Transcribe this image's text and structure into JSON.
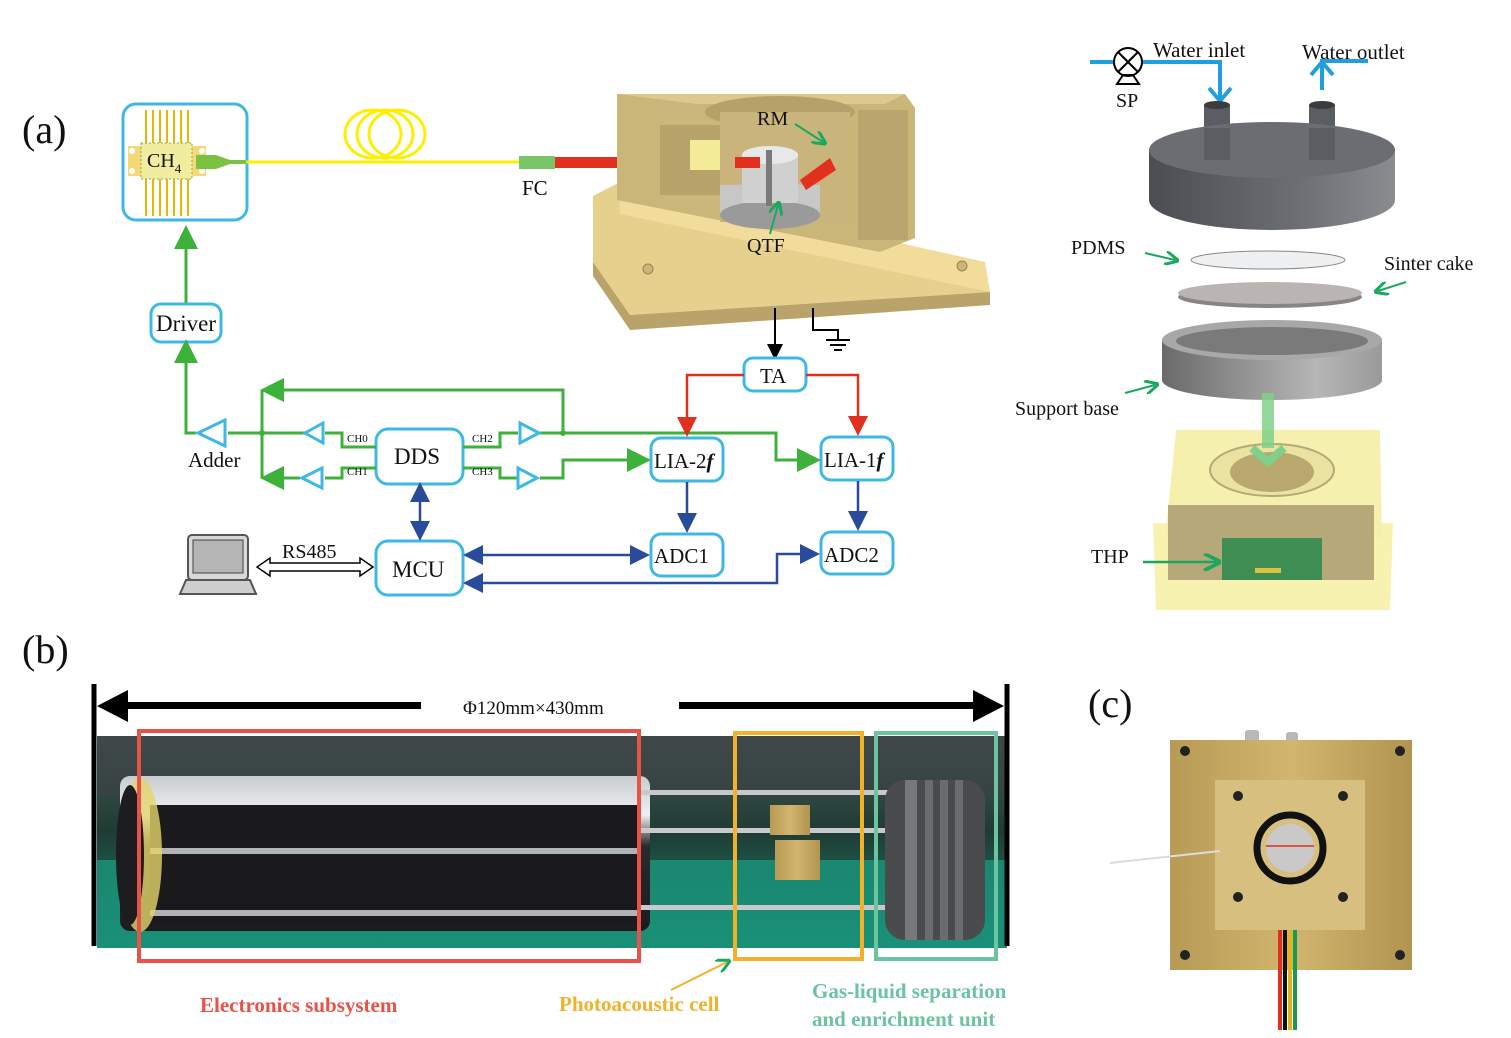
{
  "panels": {
    "a": "(a)",
    "b": "(b)",
    "c": "(c)"
  },
  "schematic": {
    "laser": {
      "label": "CH",
      "subscript": "4"
    },
    "fiber_connector": "FC",
    "driver": "Driver",
    "adder": "Adder",
    "dds": "DDS",
    "channels": [
      "CH0",
      "CH1",
      "CH2",
      "CH3"
    ],
    "mcu": "MCU",
    "rs485": "RS485",
    "ta": "TA",
    "lia2": {
      "prefix": "LIA-2",
      "suffix": "f"
    },
    "lia1": {
      "prefix": "LIA-1",
      "suffix": "f"
    },
    "adc1": "ADC1",
    "adc2": "ADC2",
    "cell_labels": {
      "rm": "RM",
      "qtf": "QTF"
    }
  },
  "exploded_view": {
    "water_inlet": "Water inlet",
    "water_outlet": "Water outlet",
    "pump": "SP",
    "pdms": "PDMS",
    "sinter_cake": "Sinter cake",
    "support_base": "Support base",
    "thp": "THP"
  },
  "photo_b": {
    "dimension": "Φ120mm×430mm",
    "regions": [
      {
        "label": "Electronics subsystem",
        "color": "#e8524a"
      },
      {
        "label": "Photoacoustic cell",
        "color": "#f2b12a"
      },
      {
        "label_line1": "Gas-liquid separation",
        "label_line2": "and enrichment unit",
        "color": "#6cc39f"
      }
    ]
  },
  "colors": {
    "box_border": "#3fb8e6",
    "green_signal": "#3db23b",
    "red_signal": "#e2301e",
    "blue_signal": "#2a4a9c",
    "water": "#1f9fe0",
    "fiber": "#ffee00",
    "gold": "#efd99a"
  }
}
